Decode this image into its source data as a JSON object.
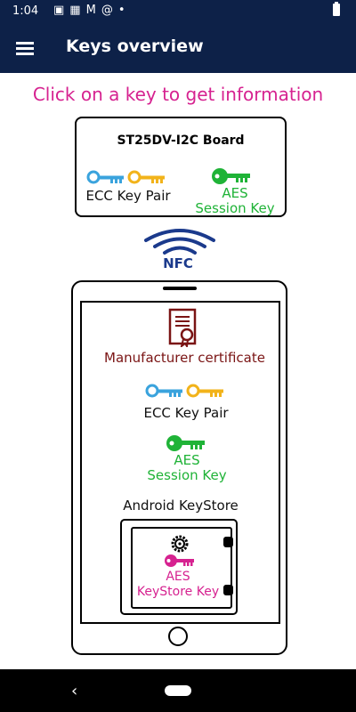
{
  "status_bar": {
    "time": "1:04",
    "icons": [
      "image-icon",
      "calendar-icon",
      "gmail-icon",
      "at-sign-icon",
      "dot-icon"
    ],
    "battery": "battery-icon"
  },
  "app_bar": {
    "title": "Keys overview",
    "menu_icon": "hamburger-menu-icon"
  },
  "instruction": "Click on a key to get information",
  "board": {
    "title": "ST25DV-I2C Board",
    "ecc_label": "ECC Key Pair",
    "aes_label_line1": "AES",
    "aes_label_line2": "Session Key"
  },
  "nfc_label": "NFC",
  "phone": {
    "certificate_label": "Manufacturer certificate",
    "ecc_label": "ECC Key Pair",
    "aes_label_line1": "AES",
    "aes_label_line2": "Session Key",
    "keystore_title": "Android KeyStore",
    "keystore_aes_line1": "AES",
    "keystore_aes_line2": "KeyStore Key"
  },
  "colors": {
    "app_bar": "#0d2148",
    "instruction": "#d62290",
    "ecc_public_key": "#3aa3dd",
    "ecc_private_key": "#f2b31a",
    "aes_key": "#1fb337",
    "keystore_key": "#d62290",
    "certificate": "#7a1414",
    "nfc": "#1b3a8c"
  },
  "nav_bar": {
    "back": "‹",
    "back_icon": "back-icon",
    "home_icon": "home-pill-icon"
  }
}
